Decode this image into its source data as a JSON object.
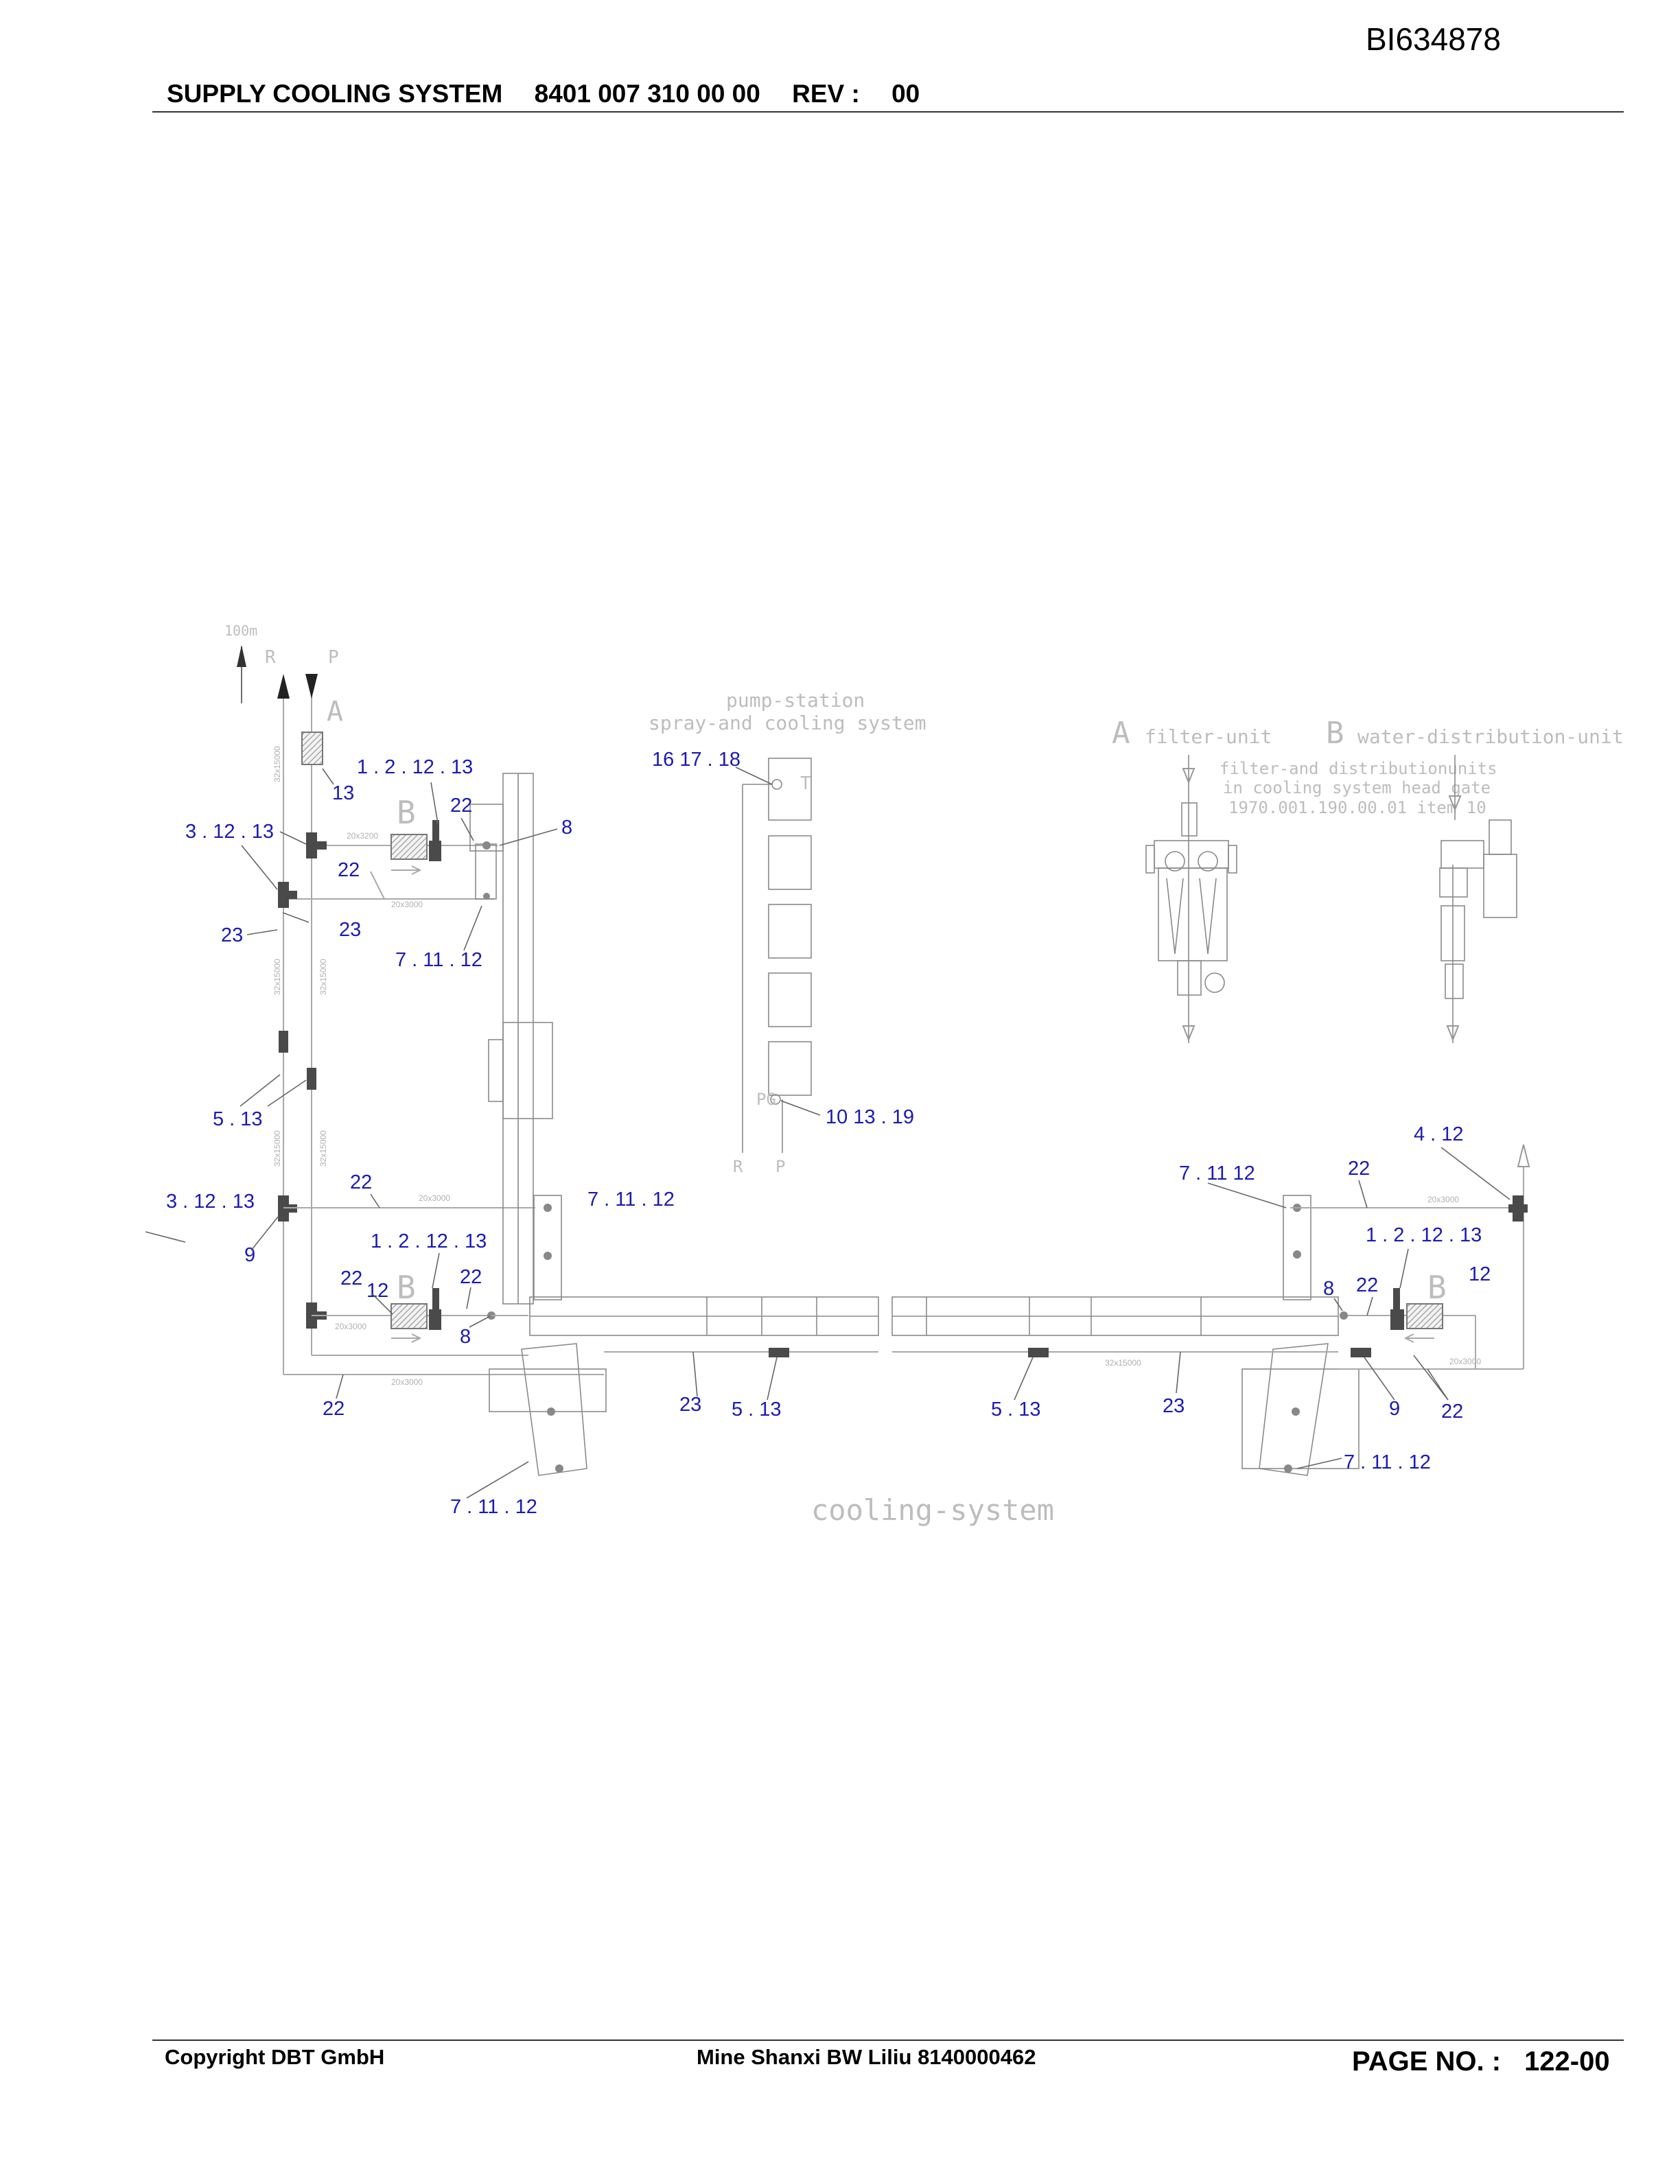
{
  "document": {
    "id": "BI634878",
    "header": {
      "title": "SUPPLY COOLING SYSTEM",
      "number": "8401 007 310 00 00",
      "rev_label": "REV :",
      "rev_value": "00"
    },
    "footer": {
      "copyright": "Copyright DBT GmbH",
      "mine": "Mine Shanxi BW Liliu 8140000462",
      "page_label": "PAGE NO. :",
      "page_value": "122-00"
    }
  },
  "diagram": {
    "texts": {
      "depth": "100m",
      "r": "R",
      "p": "P",
      "a": "A",
      "b": "B",
      "t": "T",
      "pg": "PG",
      "pump1": "pump-station",
      "pump2": "spray-and cooling system",
      "a_caption": "filter-unit",
      "b_caption": "water-distribution-unit",
      "info1": "filter-and distributionunits",
      "info2": "in cooling system head gate",
      "info3": "1970.001.190.00.01 item 10",
      "cooling": "cooling-system",
      "pipe_32": "32x15000",
      "pipe_20": "20x3000",
      "pipe_20b": "20x3200"
    },
    "callouts": [
      "1 . 2 . 12 . 13",
      "13",
      "3 . 12 . 13",
      "22",
      "8",
      "22",
      "23",
      "23",
      "7 . 11 . 12",
      "16 17 . 18",
      "10 13 . 19",
      "5 . 13",
      "22",
      "3 . 12 . 13",
      "7 . 11 . 12",
      "9",
      "1 . 2 . 12 . 13",
      "22",
      "12",
      "22",
      "8",
      "22",
      "23",
      "5 . 13",
      "7 . 11 . 12",
      "4 . 12",
      "7 . 11 12",
      "22",
      "1 . 2 . 12 . 13",
      "8",
      "22",
      "12",
      "5 . 13",
      "23",
      "9",
      "22",
      "7 . 11 . 12"
    ]
  }
}
